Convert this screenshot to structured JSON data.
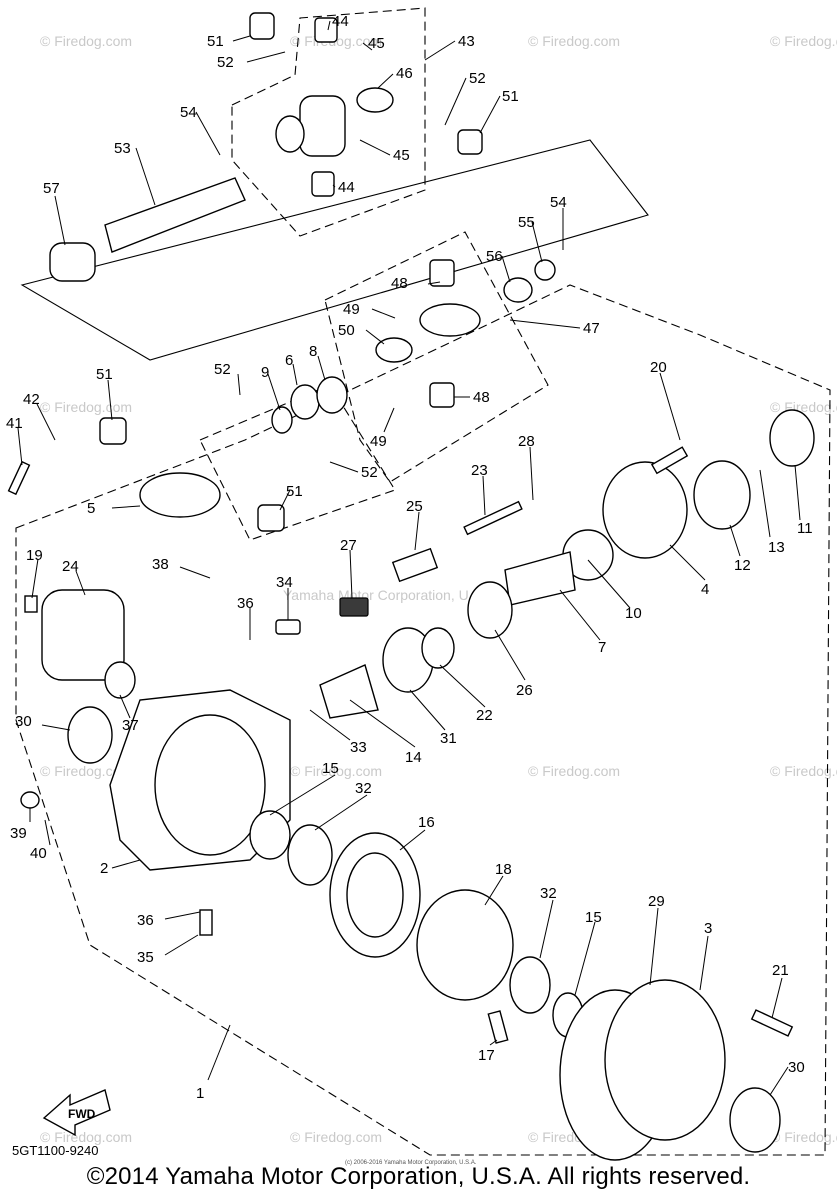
{
  "diagram": {
    "diagram_code": "5GT1100-9240",
    "fwd_label": "FWD",
    "watermark": "© Firedog.com",
    "center_watermark": "Yamaha Motor Corporation, U.S.A.",
    "small_note": "(c) 2006-2016 Yamaha Motor Corporation, U.S.A.",
    "copyright": "©2014 Yamaha Motor Corporation, U.S.A. All rights reserved.",
    "callouts": [
      {
        "id": "c51a",
        "label": "51"
      },
      {
        "id": "c52a",
        "label": "52"
      },
      {
        "id": "c44a",
        "label": "44"
      },
      {
        "id": "c45a",
        "label": "45"
      },
      {
        "id": "c43",
        "label": "43"
      },
      {
        "id": "c46",
        "label": "46"
      },
      {
        "id": "c52b",
        "label": "52"
      },
      {
        "id": "c51b",
        "label": "51"
      },
      {
        "id": "c54a",
        "label": "54"
      },
      {
        "id": "c53",
        "label": "53"
      },
      {
        "id": "c45b",
        "label": "45"
      },
      {
        "id": "c44b",
        "label": "44"
      },
      {
        "id": "c57",
        "label": "57"
      },
      {
        "id": "c55",
        "label": "55"
      },
      {
        "id": "c54b",
        "label": "54"
      },
      {
        "id": "c56",
        "label": "56"
      },
      {
        "id": "c48a",
        "label": "48"
      },
      {
        "id": "c49a",
        "label": "49"
      },
      {
        "id": "c47",
        "label": "47"
      },
      {
        "id": "c50",
        "label": "50"
      },
      {
        "id": "c52c",
        "label": "52"
      },
      {
        "id": "c6",
        "label": "6"
      },
      {
        "id": "c8",
        "label": "8"
      },
      {
        "id": "c9",
        "label": "9"
      },
      {
        "id": "c48b",
        "label": "48"
      },
      {
        "id": "c20",
        "label": "20"
      },
      {
        "id": "c51c",
        "label": "51"
      },
      {
        "id": "c42",
        "label": "42"
      },
      {
        "id": "c41",
        "label": "41"
      },
      {
        "id": "c49b",
        "label": "49"
      },
      {
        "id": "c28",
        "label": "28"
      },
      {
        "id": "c52d",
        "label": "52"
      },
      {
        "id": "c11",
        "label": "11"
      },
      {
        "id": "c5",
        "label": "5"
      },
      {
        "id": "c51d",
        "label": "51"
      },
      {
        "id": "c23",
        "label": "23"
      },
      {
        "id": "c13",
        "label": "13"
      },
      {
        "id": "c12",
        "label": "12"
      },
      {
        "id": "c25",
        "label": "25"
      },
      {
        "id": "c4",
        "label": "4"
      },
      {
        "id": "c19",
        "label": "19"
      },
      {
        "id": "c24",
        "label": "24"
      },
      {
        "id": "c27",
        "label": "27"
      },
      {
        "id": "c38",
        "label": "38"
      },
      {
        "id": "c34",
        "label": "34"
      },
      {
        "id": "c10",
        "label": "10"
      },
      {
        "id": "c36a",
        "label": "36"
      },
      {
        "id": "c7",
        "label": "7"
      },
      {
        "id": "c26",
        "label": "26"
      },
      {
        "id": "c37",
        "label": "37"
      },
      {
        "id": "c22",
        "label": "22"
      },
      {
        "id": "c30a",
        "label": "30"
      },
      {
        "id": "c31",
        "label": "31"
      },
      {
        "id": "c33",
        "label": "33"
      },
      {
        "id": "c14",
        "label": "14"
      },
      {
        "id": "c15a",
        "label": "15"
      },
      {
        "id": "c32a",
        "label": "32"
      },
      {
        "id": "c39",
        "label": "39"
      },
      {
        "id": "c40",
        "label": "40"
      },
      {
        "id": "c16",
        "label": "16"
      },
      {
        "id": "c2",
        "label": "2"
      },
      {
        "id": "c18",
        "label": "18"
      },
      {
        "id": "c32b",
        "label": "32"
      },
      {
        "id": "c36b",
        "label": "36"
      },
      {
        "id": "c29",
        "label": "29"
      },
      {
        "id": "c15b",
        "label": "15"
      },
      {
        "id": "c3",
        "label": "3"
      },
      {
        "id": "c35",
        "label": "35"
      },
      {
        "id": "c21",
        "label": "21"
      },
      {
        "id": "c1",
        "label": "1"
      },
      {
        "id": "c17",
        "label": "17"
      },
      {
        "id": "c30b",
        "label": "30"
      }
    ]
  }
}
